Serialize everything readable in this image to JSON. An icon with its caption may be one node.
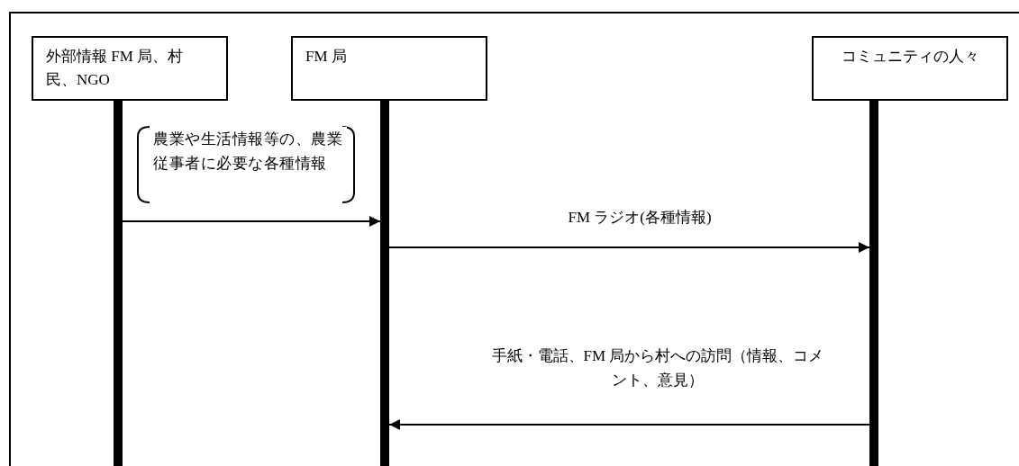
{
  "diagram": {
    "nodes": [
      {
        "text": [
          "外部情報 FM 局、村民、NGO"
        ]
      },
      {
        "text": [
          "FM 局"
        ]
      },
      {
        "text": [
          "コミュニティの人々"
        ]
      },
      {
        "text": [],
        "shape": "bar"
      },
      {
        "text": [],
        "shape": "bar"
      },
      {
        "text": [],
        "shape": "bar"
      }
    ],
    "edges": [
      {
        "from": 3,
        "to": 4,
        "arrow": "to",
        "label": "農業や生活情報等の、農業従事者に必要な各種情報"
      },
      {
        "from": 4,
        "to": 5,
        "arrow": "to",
        "label": "FM ラジオ(各種情報)"
      },
      {
        "from": 5,
        "to": 4,
        "arrow": "to",
        "label": "手紙・電話、FM 局から村への訪問（情報、コメント、意見）"
      }
    ]
  }
}
